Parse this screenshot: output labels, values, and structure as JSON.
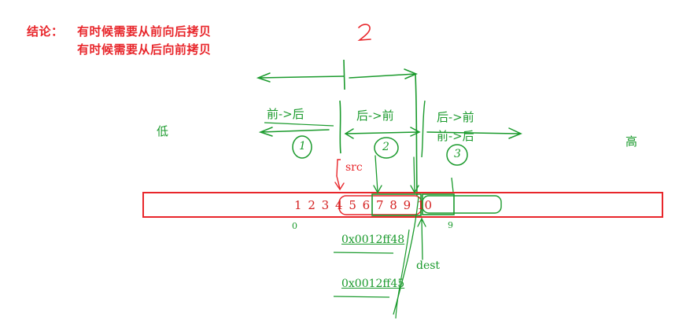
{
  "conclusion": {
    "prefix": "结论：",
    "line1": "有时候需要从前向后拷贝",
    "line2": "有时候需要从后向前拷贝"
  },
  "marks": {
    "handwritten_2": "2",
    "circle_1": "1",
    "circle_2": "2",
    "circle_3": "3",
    "index_low": "0",
    "index_high": "9"
  },
  "labels": {
    "low": "低",
    "high": "高",
    "region1_dir": "前->后",
    "region2_dir": "后->前",
    "region3_dir_a": "后->前",
    "region3_dir_b": "前->后",
    "src": "src",
    "dest": "dest"
  },
  "array": {
    "values": [
      "1",
      "2",
      "3",
      "4",
      "5",
      "6",
      "7",
      "8",
      "9",
      "10"
    ]
  },
  "addresses": {
    "addr1": "0x0012ff48",
    "addr2": "0x0012ff45"
  },
  "colors": {
    "red": "#e8262b",
    "green": "#1a9a2c"
  }
}
